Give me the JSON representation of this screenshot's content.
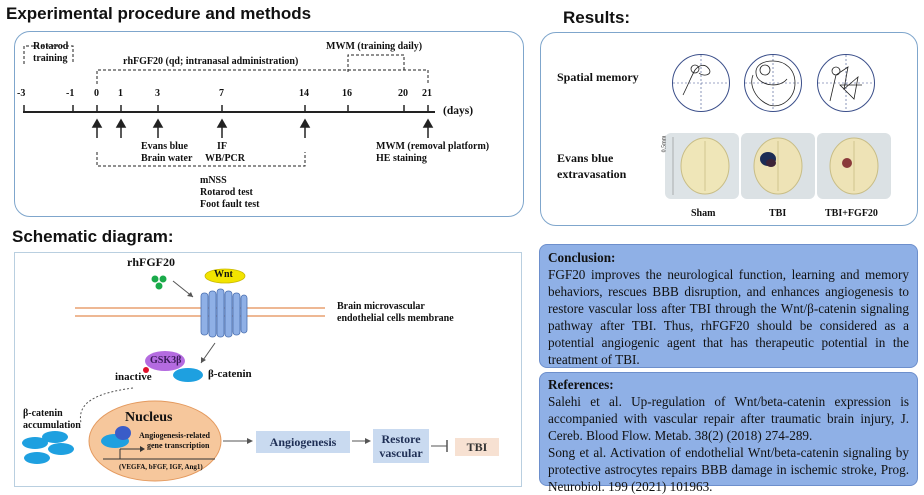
{
  "procedure": {
    "title": "Experimental procedure and methods",
    "rotarod_training": [
      "Rotarod",
      "training"
    ],
    "rhfgf20_admin": "rhFGF20 (qd; intranasal  administration)",
    "mwm_training": "MWM (training daily)",
    "ticks": [
      "-3",
      "-1",
      "0",
      "1",
      "3",
      "7",
      "14",
      "16",
      "20",
      "21"
    ],
    "unit": "(days)",
    "evans_blue": "Evans blue",
    "brain_water": "Brain water",
    "if_label": "IF",
    "wb_pcr": "WB/PCR",
    "mnss": "mNSS",
    "rotarod_test": "Rotarod test",
    "foot_fault": "Foot fault test",
    "mwm_removal": "MWM (removal platform)",
    "he_staining": "HE staining"
  },
  "results": {
    "title": "Results:",
    "spatial_memory": "Spatial memory",
    "evans_blue_extravasation": [
      "Evans blue",
      "extravasation"
    ],
    "ruler_label": "0.5mm",
    "groups": [
      "Sham",
      "TBI",
      "TBI+FGF20"
    ]
  },
  "schematic": {
    "title": "Schematic diagram:",
    "rhfgf20": "rhFGF20",
    "wnt": "Wnt",
    "membrane": [
      "Brain microvascular",
      "endothelial cells membrane"
    ],
    "gsk3b": "GSK3β",
    "inactive": "inactive",
    "beta_catenin": "β-catenin",
    "accumulation": [
      "β-catenin",
      "accumulation"
    ],
    "nucleus": "Nucleus",
    "transcription": [
      "Angiogenesis-related",
      "gene transcription"
    ],
    "factors": "(VEGFA, bFGF, IGF, Ang1)",
    "angiogenesis": "Angiogenesis",
    "restore": [
      "Restore",
      "vascular"
    ],
    "tbi": "TBI"
  },
  "conclusion": {
    "heading": "Conclusion:",
    "text": "FGF20 improves the neurological function, learning and memory behaviors, rescues BBB disruption, and enhances angiogenesis to restore vascular loss after TBI through the Wnt/β-catenin signaling pathway after TBI. Thus, rhFGF20 should be considered as a potential angiogenic agent that has therapeutic potential in the treatment of TBI."
  },
  "references": {
    "heading": "References:",
    "items": [
      "Salehi et al. Up-regulation of Wnt/beta-catenin expression is accompanied with vascular repair after traumatic brain injury, J. Cereb. Blood Flow. Metab. 38(2) (2018) 274-289.",
      "Song et al. Activation of endothelial Wnt/beta-catenin signaling by protective astrocytes repairs BBB damage in ischemic stroke, Prog. Neurobiol. 199 (2021) 101963."
    ]
  },
  "colors": {
    "panel_border": "#7fa6cc",
    "blue_box": "#8fb0e6",
    "nucleus": "#f6c79c",
    "receptor": "#8fb0e6",
    "wnt": "#f2e400",
    "gsk3b": "#b46be0",
    "beta_catenin": "#1ea0e0",
    "rhfgf20_dots": "#1aaa4a"
  }
}
